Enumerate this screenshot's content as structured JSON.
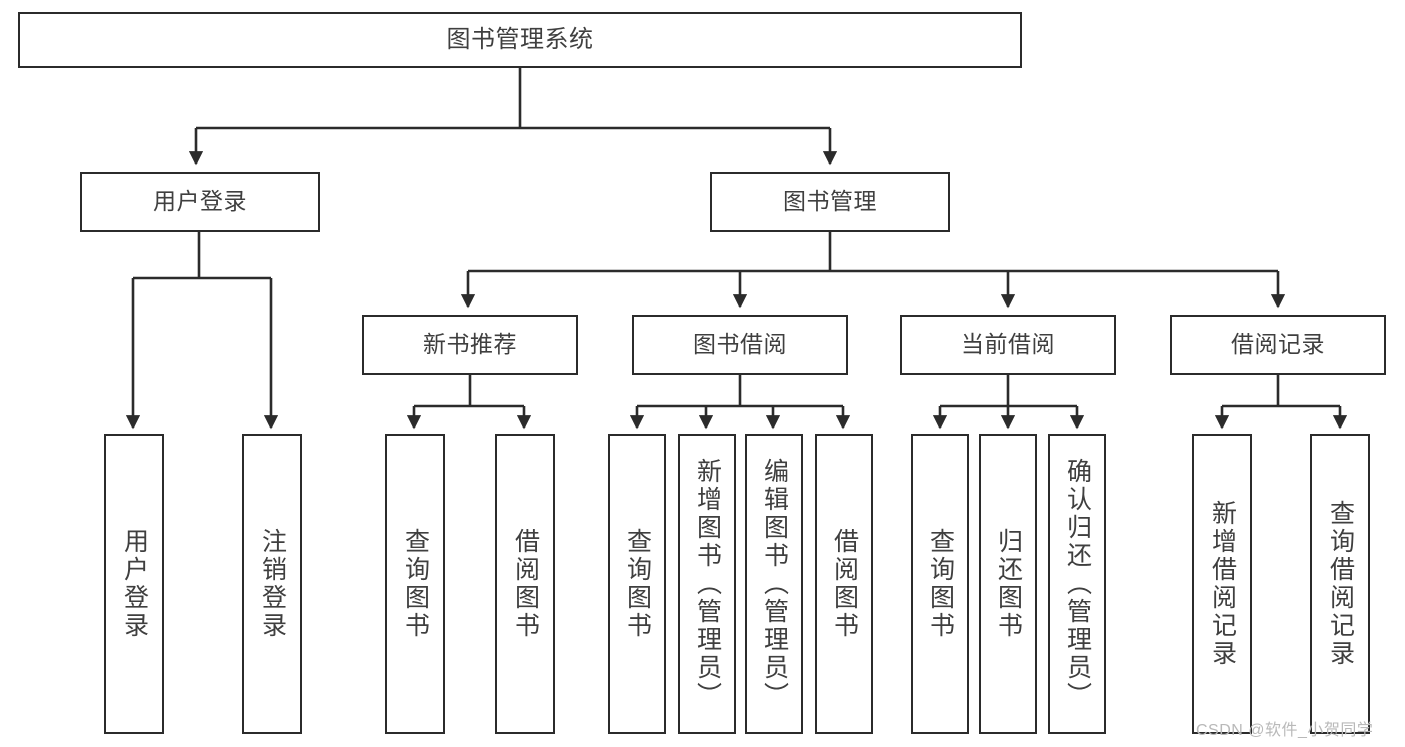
{
  "diagram": {
    "title": "图书管理系统",
    "type": "tree-hierarchy",
    "root": {
      "label": "图书管理系统"
    },
    "level2": [
      {
        "label": "用户登录"
      },
      {
        "label": "图书管理"
      }
    ],
    "level3": [
      {
        "label": "新书推荐"
      },
      {
        "label": "图书借阅"
      },
      {
        "label": "当前借阅"
      },
      {
        "label": "借阅记录"
      }
    ],
    "leaves": {
      "user_login": [
        {
          "label": "用户登录"
        },
        {
          "label": "注销登录"
        }
      ],
      "new_book_recommend": [
        {
          "label": "查询图书"
        },
        {
          "label": "借阅图书"
        }
      ],
      "book_borrow": [
        {
          "label": "查询图书"
        },
        {
          "label": "新增图书（管理员）"
        },
        {
          "label": "编辑图书（管理员）"
        },
        {
          "label": "借阅图书"
        }
      ],
      "current_borrow": [
        {
          "label": "查询图书"
        },
        {
          "label": "归还图书"
        },
        {
          "label": "确认归还（管理员）"
        }
      ],
      "borrow_records": [
        {
          "label": "新增借阅记录"
        },
        {
          "label": "查询借阅记录"
        }
      ]
    }
  },
  "watermark": {
    "text": "CSDN @软件_小贺同学"
  },
  "colors": {
    "stroke": "#2b2b2b",
    "text": "#3f3f3f",
    "background": "#ffffff",
    "watermark": "#b9b9b9"
  }
}
